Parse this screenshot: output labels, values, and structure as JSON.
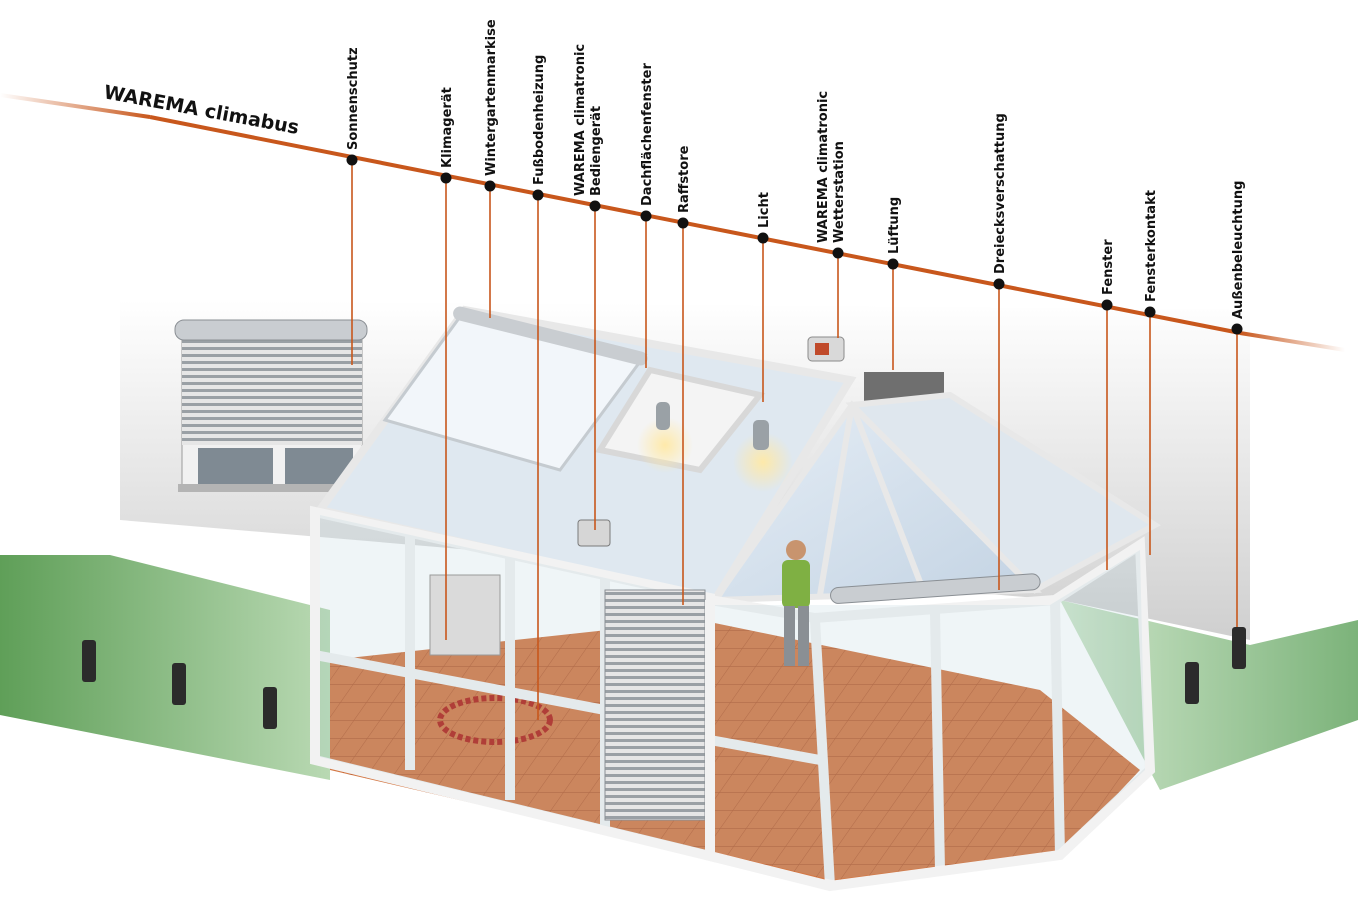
{
  "bus": {
    "title": "WAREMA climabus",
    "color": "#c8571c"
  },
  "callouts": [
    {
      "id": "sonnenschutz",
      "lines": [
        "Sonnenschutz"
      ]
    },
    {
      "id": "klimageraet",
      "lines": [
        "Klimagerät"
      ]
    },
    {
      "id": "wintergartenmarkise",
      "lines": [
        "Wintergartenmarkise"
      ]
    },
    {
      "id": "fussbodenheizung",
      "lines": [
        "Fußbodenheizung"
      ]
    },
    {
      "id": "climatronic-bediengeraet",
      "lines": [
        "WAREMA climatronic",
        "Bediengerät"
      ]
    },
    {
      "id": "dachflaechenfenster",
      "lines": [
        "Dachflächenfenster"
      ]
    },
    {
      "id": "raffstore",
      "lines": [
        "Raffstore"
      ]
    },
    {
      "id": "licht",
      "lines": [
        "Licht"
      ]
    },
    {
      "id": "climatronic-wetterstation",
      "lines": [
        "WAREMA climatronic",
        "Wetterstation"
      ]
    },
    {
      "id": "lueftung",
      "lines": [
        "Lüftung"
      ]
    },
    {
      "id": "dreiecksverschattung",
      "lines": [
        "Dreiecksverschattung"
      ]
    },
    {
      "id": "fenster",
      "lines": [
        "Fenster"
      ]
    },
    {
      "id": "fensterkontakt",
      "lines": [
        "Fensterkontakt"
      ]
    },
    {
      "id": "aussenbeleuchtung",
      "lines": [
        "Außenbeleuchtung"
      ]
    }
  ]
}
